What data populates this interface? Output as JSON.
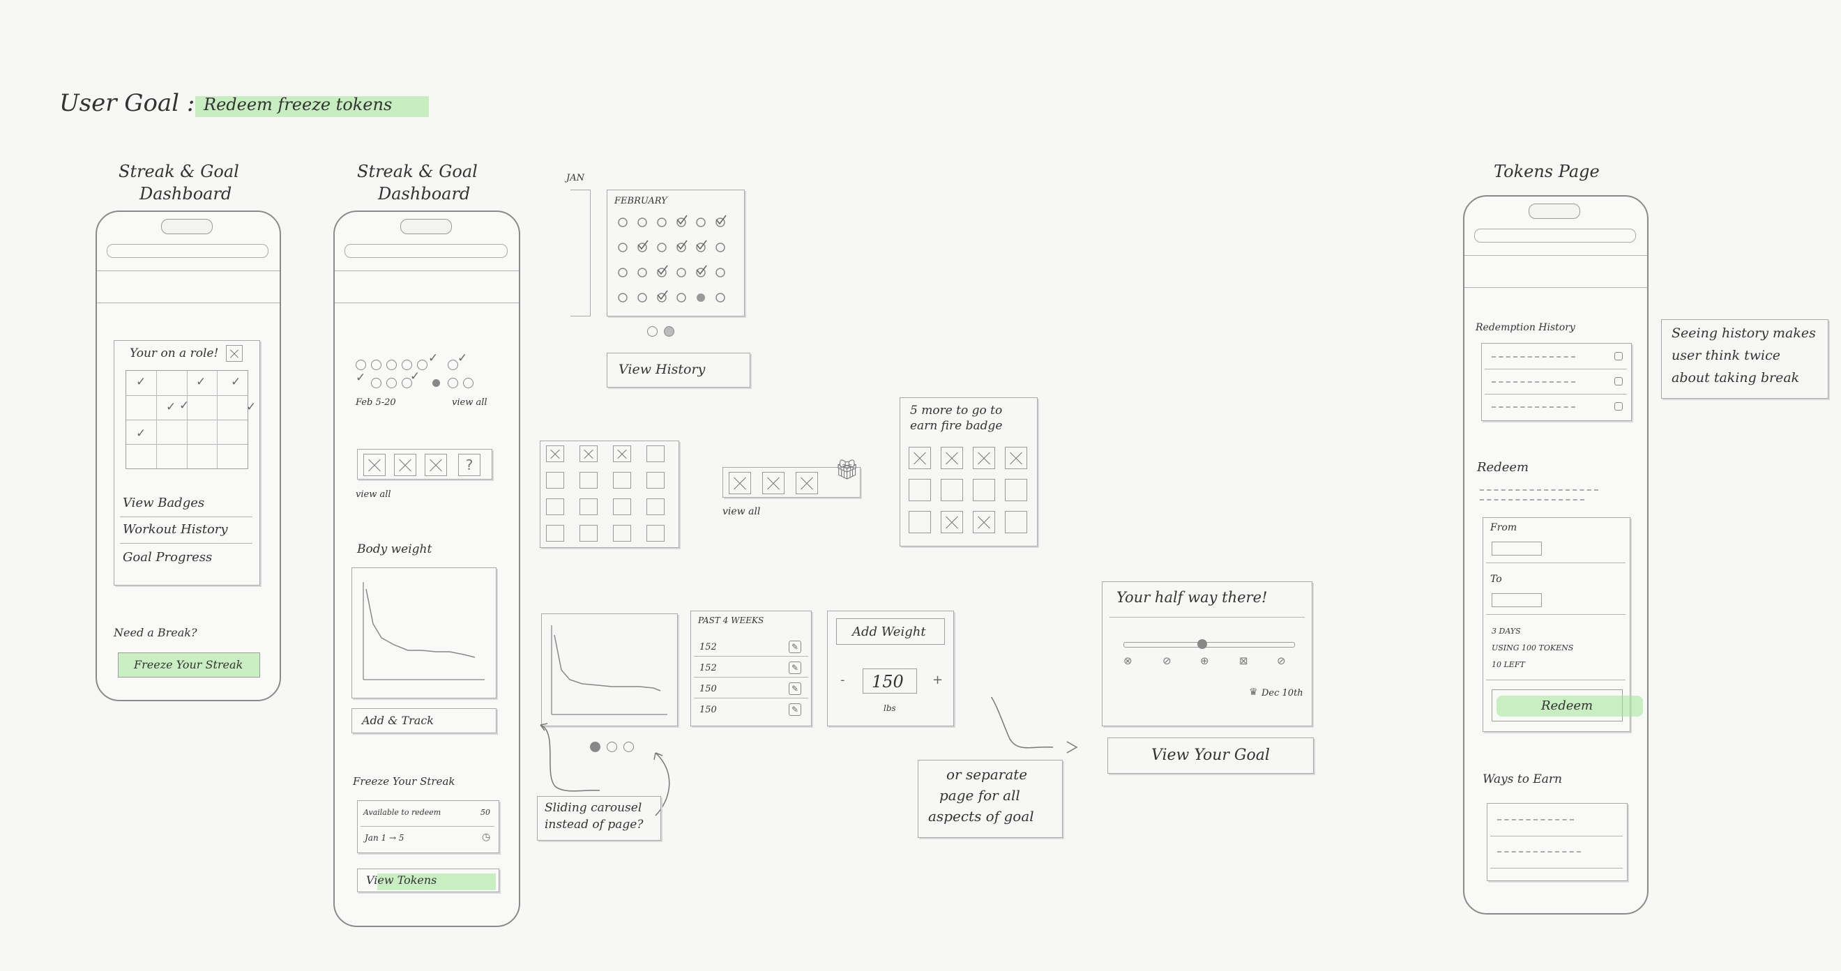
{
  "header": {
    "user_goal_label": "User Goal :",
    "user_goal_value": "Redeem freeze tokens"
  },
  "screen1": {
    "title_line1": "Streak & Goal",
    "title_line2": "Dashboard",
    "card_title": "Your on a role!",
    "menu": [
      "View Badges",
      "Workout History",
      "Goal Progress"
    ],
    "need_break": "Need a Break?",
    "freeze_button": "Freeze Your Streak"
  },
  "screen2": {
    "title_line1": "Streak & Goal",
    "title_line2": "Dashboard",
    "date_range": "Feb 5-20",
    "view_all_1": "view all",
    "view_all_2": "view all",
    "body_weight": "Body weight",
    "add_track": "Add & Track",
    "freeze_title": "Freeze Your Streak",
    "available_label": "Available to redeem",
    "available_count": "50",
    "range_label": "Jan 1 → 5",
    "view_tokens": "View Tokens"
  },
  "calendar": {
    "jan": "JAN",
    "february": "FEBRUARY",
    "view_history": "View History"
  },
  "badges": {
    "view_all": "view all",
    "progress_text_line1": "5 more to go to",
    "progress_text_line2": "earn fire badge"
  },
  "weights": {
    "past_weeks": "PAST 4 WEEKS",
    "rows": [
      "152",
      "152",
      "150",
      "150"
    ],
    "add_weight": "Add Weight",
    "minus": "-",
    "value": "150",
    "plus": "+",
    "unit": "lbs"
  },
  "notes": {
    "carousel_line1": "Sliding carousel",
    "carousel_line2": "instead of page?",
    "separate_line1": "or separate",
    "separate_line2": "page for all",
    "separate_line3": "aspects of goal",
    "history_line1": "Seeing history makes",
    "history_line2": "user think twice",
    "history_line3": "about taking break"
  },
  "goal": {
    "halfway": "Your half way there!",
    "date": "Dec 10th",
    "view_goal": "View Your Goal"
  },
  "tokens_page": {
    "title": "Tokens Page",
    "redemption_history": "Redemption History",
    "redeem_heading": "Redeem",
    "from": "From",
    "to": "To",
    "days": "3 DAYS",
    "using": "USING 100 TOKENS",
    "left": "10 LEFT",
    "redeem_button": "Redeem",
    "ways_to_earn": "Ways to Earn"
  }
}
